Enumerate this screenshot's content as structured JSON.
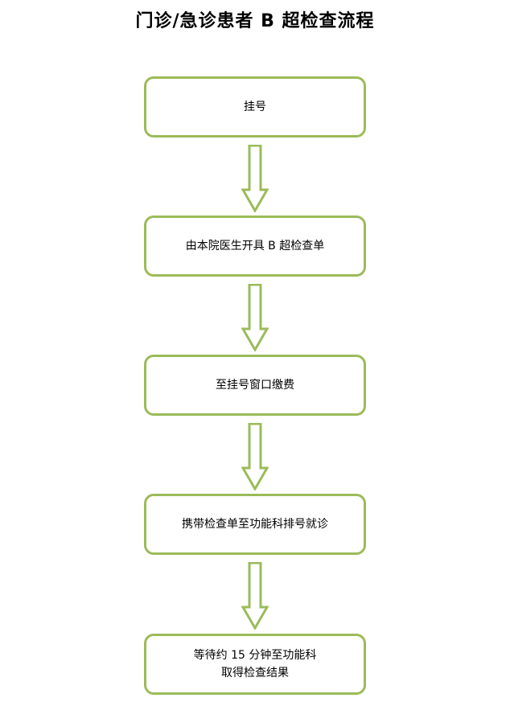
{
  "diagram": {
    "title": "门诊/急诊患者 B 超检查流程",
    "accent_color": "#9bbb59",
    "steps": [
      {
        "label": "挂号"
      },
      {
        "label": "由本院医生开具 B 超检查单"
      },
      {
        "label": "至挂号窗口缴费"
      },
      {
        "label": "携带检查单至功能科排号就诊"
      },
      {
        "label": "等待约 15 分钟至功能科\n取得检查结果"
      }
    ]
  }
}
